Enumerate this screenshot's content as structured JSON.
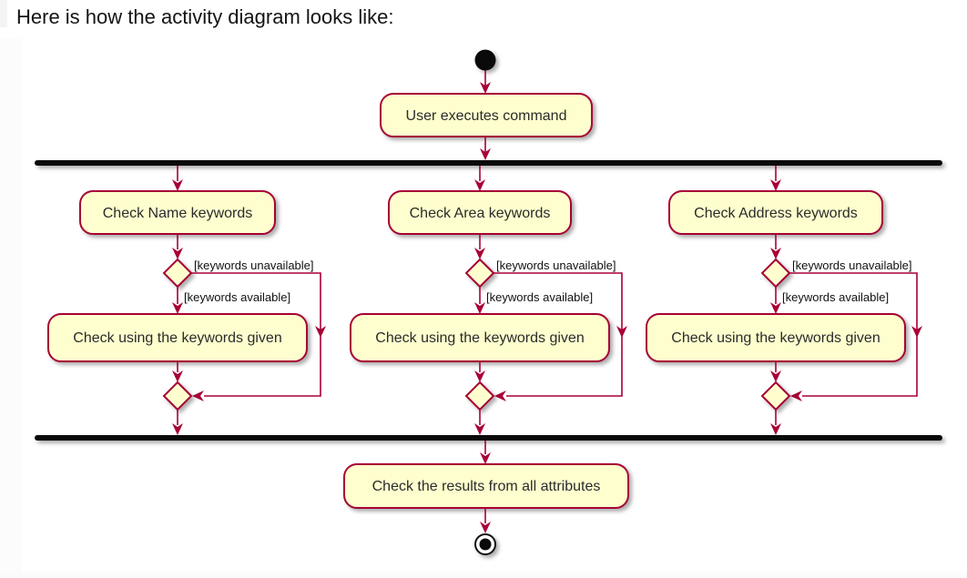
{
  "page": {
    "heading": "Here is how the activity diagram looks like:"
  },
  "diagram": {
    "type": "activity-diagram",
    "colors": {
      "node_fill": "#FEFECE",
      "node_border": "#A80036",
      "edge": "#A80036",
      "sync_bar": "#000000",
      "start_end_node": "#000000",
      "node_text": "#2b2b2b",
      "guard_text": "#111111"
    },
    "first_activity": {
      "label": "User executes command"
    },
    "branches": [
      {
        "check": "Check Name keywords",
        "guard_unavailable": "[keywords unavailable]",
        "guard_available": "[keywords available]",
        "action": "Check using the keywords given"
      },
      {
        "check": "Check Area keywords",
        "guard_unavailable": "[keywords unavailable]",
        "guard_available": "[keywords available]",
        "action": "Check using the keywords given"
      },
      {
        "check": "Check Address keywords",
        "guard_unavailable": "[keywords unavailable]",
        "guard_available": "[keywords available]",
        "action": "Check using the keywords given"
      }
    ],
    "final_activity": {
      "label": "Check the results from all attributes"
    }
  }
}
